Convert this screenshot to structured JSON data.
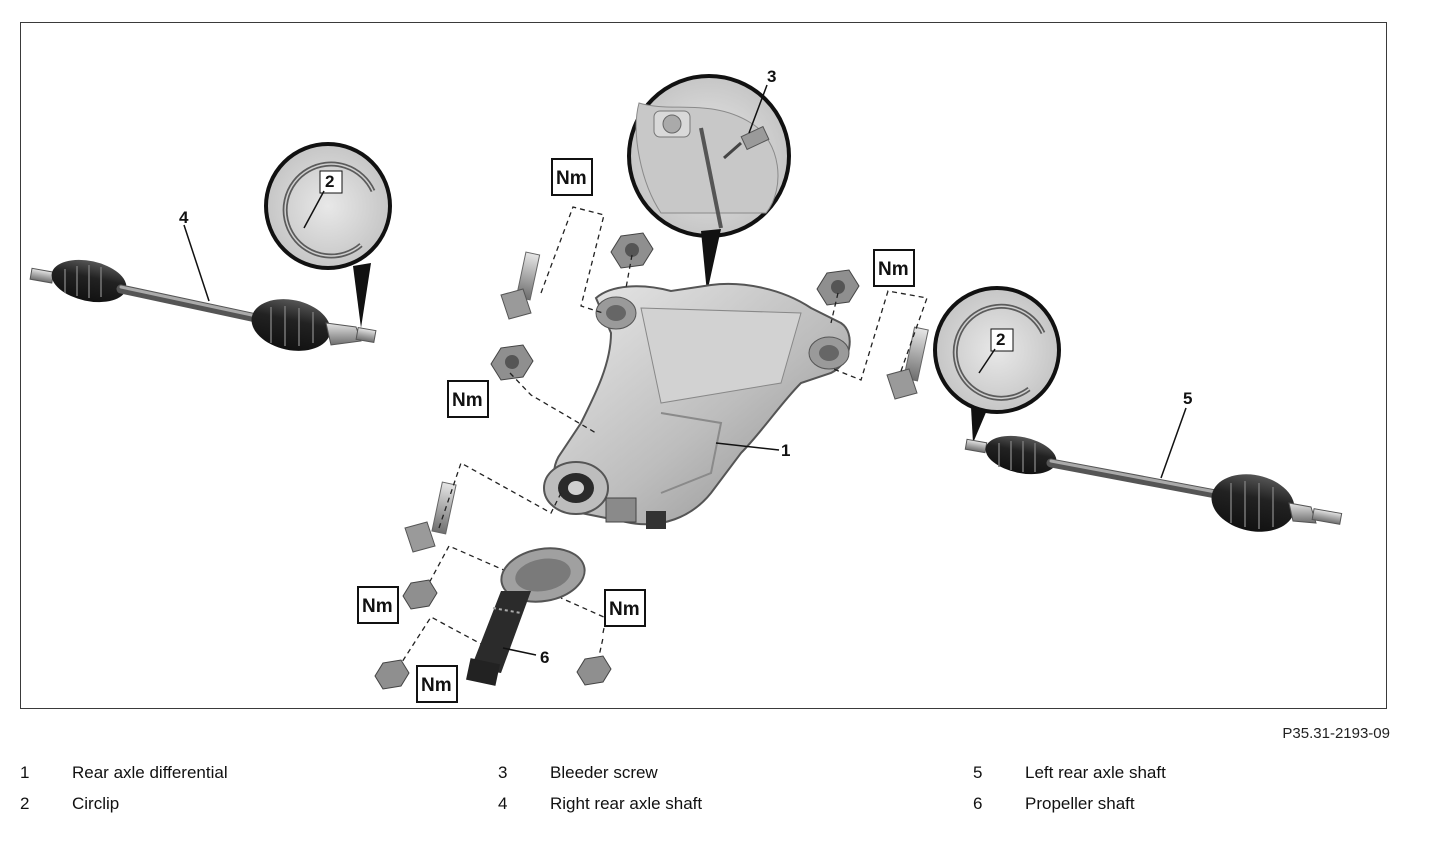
{
  "figure": {
    "code": "P35.31-2193-09",
    "torque_label": "Nm",
    "callout_numbers": {
      "differential": "1",
      "circlip_left_detail": "2",
      "circlip_right_detail": "2",
      "bleeder": "3",
      "right_shaft": "4",
      "left_shaft": "5",
      "propeller": "6"
    }
  },
  "legend": [
    {
      "num": "1",
      "label": "Rear axle differential"
    },
    {
      "num": "2",
      "label": "Circlip"
    },
    {
      "num": "3",
      "label": "Bleeder screw"
    },
    {
      "num": "4",
      "label": "Right rear axle shaft"
    },
    {
      "num": "5",
      "label": "Left rear axle shaft"
    },
    {
      "num": "6",
      "label": "Propeller shaft"
    }
  ]
}
